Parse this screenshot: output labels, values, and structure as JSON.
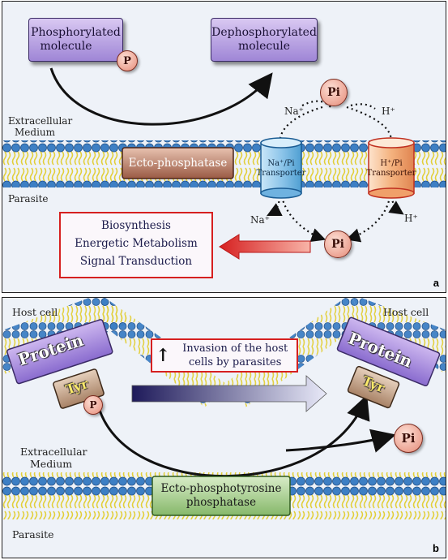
{
  "panel_a": {
    "phospho_molecule": [
      "Phosphorylated",
      "molecule"
    ],
    "p_label": "P",
    "dephospho_molecule": [
      "Dephosphorylated",
      "molecule"
    ],
    "pi_top": "Pi",
    "pi_bottom": "Pi",
    "extracellular": [
      "Extracellular",
      "Medium"
    ],
    "parasite": "Parasite",
    "ecto_phosphatase": "Ecto-phosphatase",
    "na_pi_transporter": {
      "line1": "Na⁺/Pi",
      "line2": "Transporter"
    },
    "h_pi_transporter": {
      "line1": "H⁺/Pi",
      "line2": "Transporter"
    },
    "na_top": "Na⁺",
    "h_top": "H⁺",
    "na_bottom": "Na⁺",
    "h_bottom": "H⁺",
    "outcomes": [
      "Biosynthesis",
      "Energetic Metabolism",
      "Signal Transduction"
    ],
    "letter": "a"
  },
  "panel_b": {
    "host_cell_left": "Host cell",
    "host_cell_right": "Host cell",
    "protein": "Protein",
    "tyr": "Tyr",
    "p_label": "P",
    "pi": "Pi",
    "invasion_arrow": "↑",
    "invasion_text": [
      "Invasion of the host",
      "cells by parasites"
    ],
    "extracellular": [
      "Extracellular",
      "Medium"
    ],
    "ecto_ptp": [
      "Ecto-phosphotyrosine",
      "phosphatase"
    ],
    "parasite": "Parasite",
    "letter": "b"
  },
  "colors": {
    "membrane_head": "#3d7fc4",
    "membrane_tail": "#f2e56a",
    "box_purple": "#b9a3e6",
    "box_brown": "#a86a55",
    "transporter_blue": "#8fc6ea",
    "transporter_orange": "#f4b27e",
    "ptp_green": "#a9d08e",
    "red_outline": "#d62020"
  }
}
